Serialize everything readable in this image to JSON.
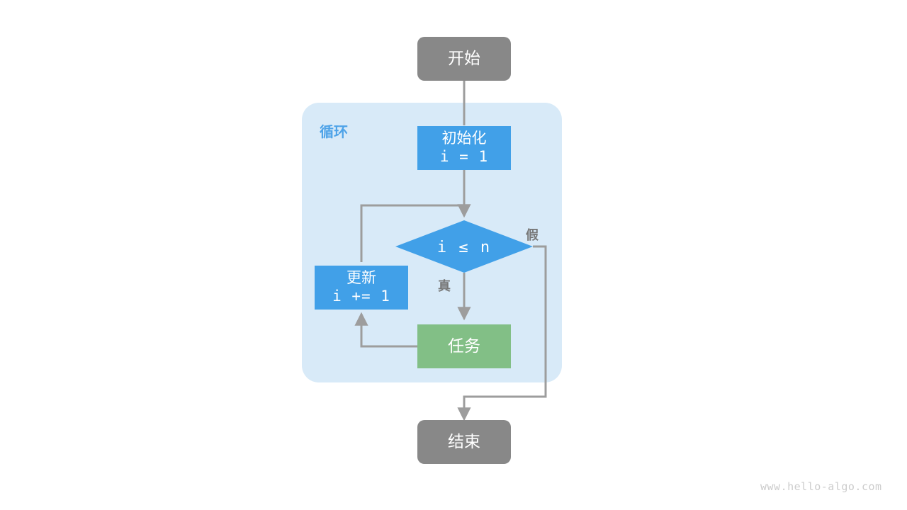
{
  "diagram": {
    "title": "for-loop-flowchart",
    "group": {
      "label": "循环"
    },
    "nodes": {
      "start": {
        "label": "开始"
      },
      "init": {
        "line1": "初始化",
        "line2": "i = 1"
      },
      "condition": {
        "label": "i ≤ n"
      },
      "task": {
        "label": "任务"
      },
      "update": {
        "line1": "更新",
        "line2": "i += 1"
      },
      "end": {
        "label": "结束"
      }
    },
    "edge_labels": {
      "true": "真",
      "false": "假"
    },
    "colors": {
      "terminal": "#888888",
      "process": "#41a0e8",
      "task": "#82bf86",
      "group_background": "#d8eaf8",
      "group_label": "#4ea3e8",
      "edge": "#9d9d9d",
      "edge_label": "#777777",
      "watermark": "#cccccc",
      "page_background": "#ffffff"
    }
  },
  "watermark": {
    "text": "www.hello-algo.com"
  }
}
